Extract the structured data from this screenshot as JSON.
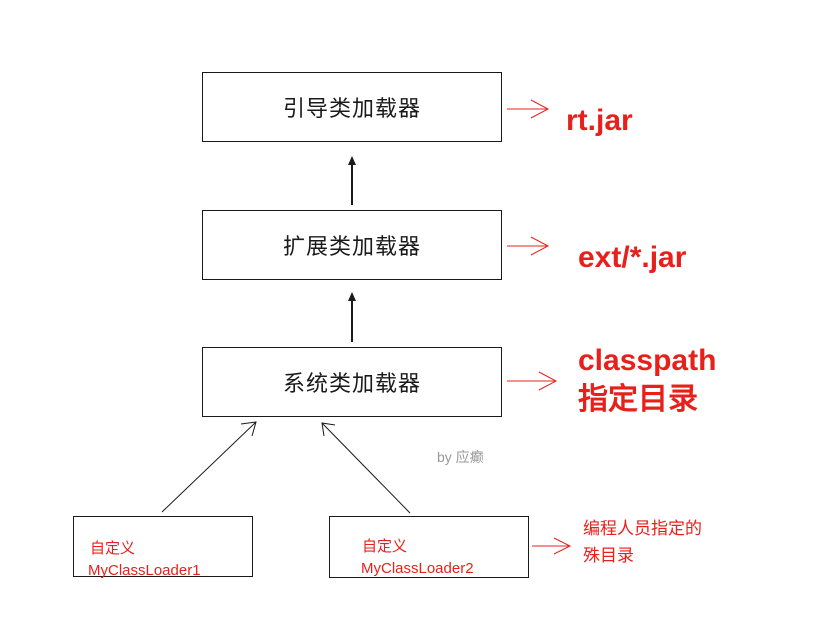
{
  "loaders": {
    "bootstrap": "引导类加载器",
    "extension": "扩展类加载器",
    "system": "系统类加载器"
  },
  "targets": {
    "bootstrap": "rt.jar",
    "extension": "ext/*.jar",
    "system_line1": "classpath",
    "system_line2": "指定目录",
    "custom_line1": "编程人员指定的",
    "custom_line2": "殊目录"
  },
  "custom_loaders": [
    {
      "line1": "自定义",
      "line2": "MyClassLoader1"
    },
    {
      "line1": "自定义",
      "line2": "MyClassLoader2"
    }
  ],
  "watermark": "by 应癫",
  "colors": {
    "accent": "#e8201c",
    "stroke": "#1a1a1a",
    "watermark": "#9a9a9a"
  }
}
